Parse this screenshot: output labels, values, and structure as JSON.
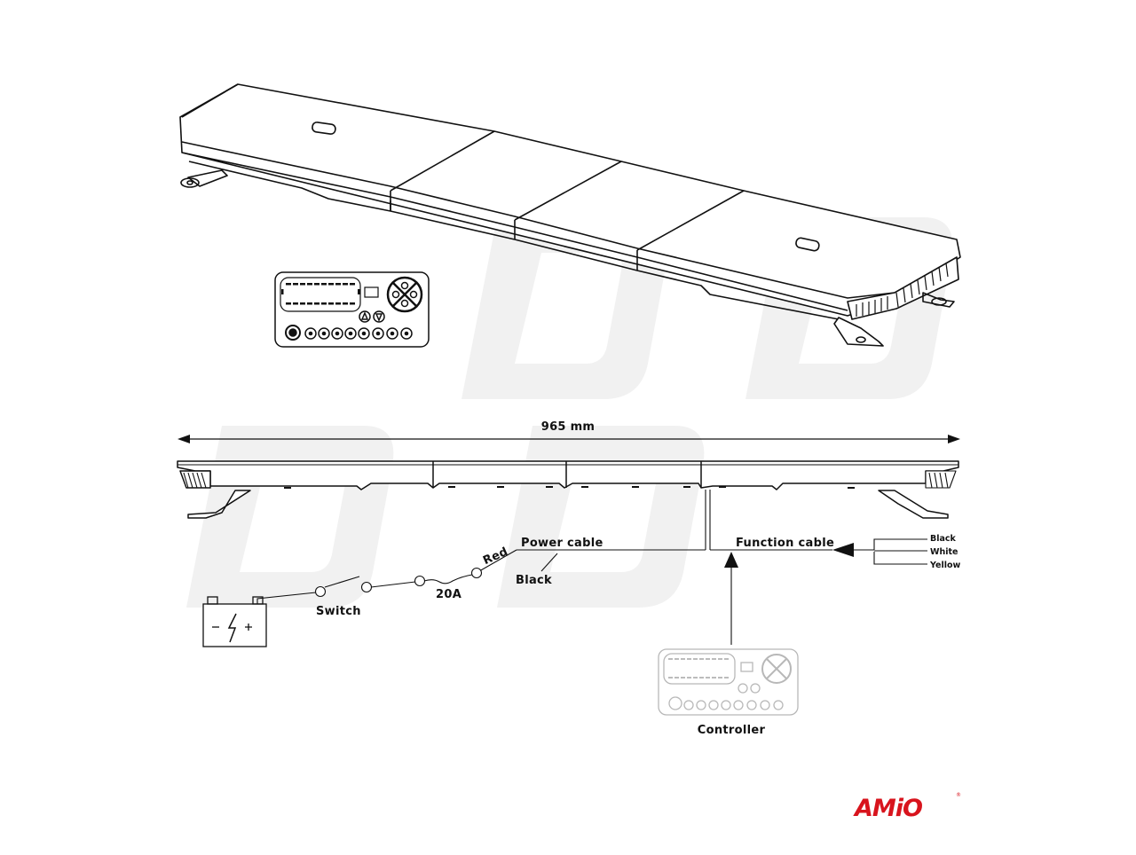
{
  "dimension": {
    "label": "965 mm"
  },
  "wiring": {
    "power_cable": "Power cable",
    "red": "Red",
    "black": "Black",
    "fuse": "20A",
    "switch": "Switch",
    "function_cable": "Function cable",
    "wires": [
      "Black",
      "White",
      "Yellow"
    ],
    "controller": "Controller"
  },
  "brand": {
    "logo": "AMiO",
    "registered": "®"
  },
  "colors": {
    "line": "#111111",
    "logo": "#d8141d",
    "watermark": "#f0f0f0",
    "faded": "#b5b5b5"
  }
}
